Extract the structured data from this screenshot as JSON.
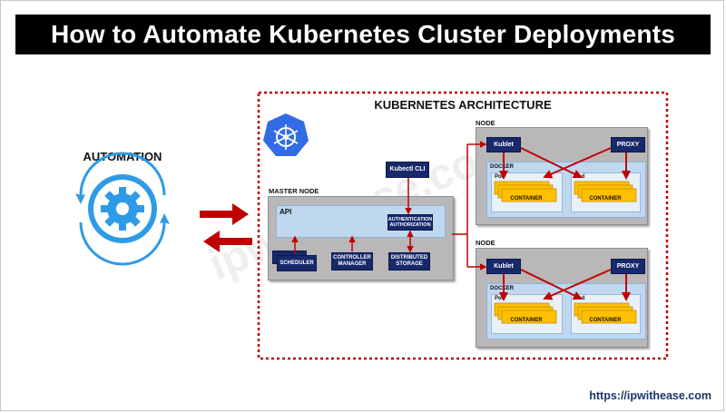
{
  "title": "How to Automate Kubernetes Cluster Deployments",
  "automation": {
    "label": "AUTOMATION"
  },
  "architecture": {
    "label": "KUBERNETES ARCHITECTURE"
  },
  "master": {
    "label": "MASTER NODE",
    "api": "API",
    "auth": [
      "AUTHENTICATION",
      "AUTHORIZATION"
    ],
    "kubectl": "Kubectl CLI",
    "scheduler": "SCHEDULER",
    "controller": [
      "CONTROLLER",
      "MANAGER"
    ],
    "storage": [
      "DISTRIBUTED",
      "STORAGE"
    ]
  },
  "nodes": [
    {
      "label": "NODE",
      "kublet": "Kublet",
      "proxy": "PROXY",
      "docker": "DOCKER",
      "pod": "Pod",
      "container": "CONTAINER"
    },
    {
      "label": "NODE",
      "kublet": "Kublet",
      "proxy": "PROXY",
      "docker": "DOCKER",
      "pod": "Pod",
      "container": "CONTAINER"
    }
  ],
  "watermark": "ipwithease.com",
  "footer": "https://ipwithease.com",
  "colors": {
    "arrow": "#c00000",
    "navy": "#17296b",
    "node_gray": "#b9b7b7",
    "docker_blue": "#bfd8f0",
    "container": "#ffc000",
    "automation_blue": "#2e9be6"
  }
}
